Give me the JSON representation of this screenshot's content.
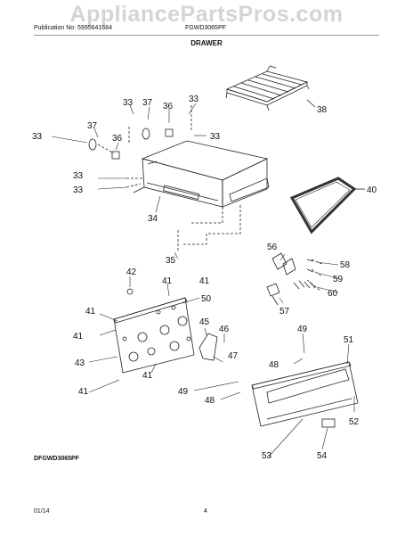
{
  "watermark": "AppliancePartsPros.com",
  "header": {
    "publication": "Publication No: 5995641684",
    "model_code": "FGWD3065PF"
  },
  "title": "DRAWER",
  "model_footer": "DFGWD3065PF",
  "footer": {
    "date": "01/14",
    "page": "4"
  },
  "callouts": {
    "c33a": "33",
    "c37a": "37",
    "c36a": "36",
    "c33b": "33",
    "c33c": "33",
    "c37b": "37",
    "c36b": "36",
    "c33d": "33",
    "c33e": "33",
    "c33f": "33",
    "c34": "34",
    "c35": "35",
    "c38": "38",
    "c40": "40",
    "c56": "56",
    "c58": "58",
    "c59": "59",
    "c60": "60",
    "c57": "57",
    "c42": "42",
    "c41a": "41",
    "c50": "50",
    "c41b": "41",
    "c41c": "41",
    "c45": "45",
    "c46": "46",
    "c43": "43",
    "c41d": "41",
    "c41e": "41",
    "c47": "47",
    "c49a": "49",
    "c48a": "48",
    "c51": "51",
    "c49b": "49",
    "c48b": "48",
    "c52": "52",
    "c53": "53",
    "c54": "54"
  }
}
